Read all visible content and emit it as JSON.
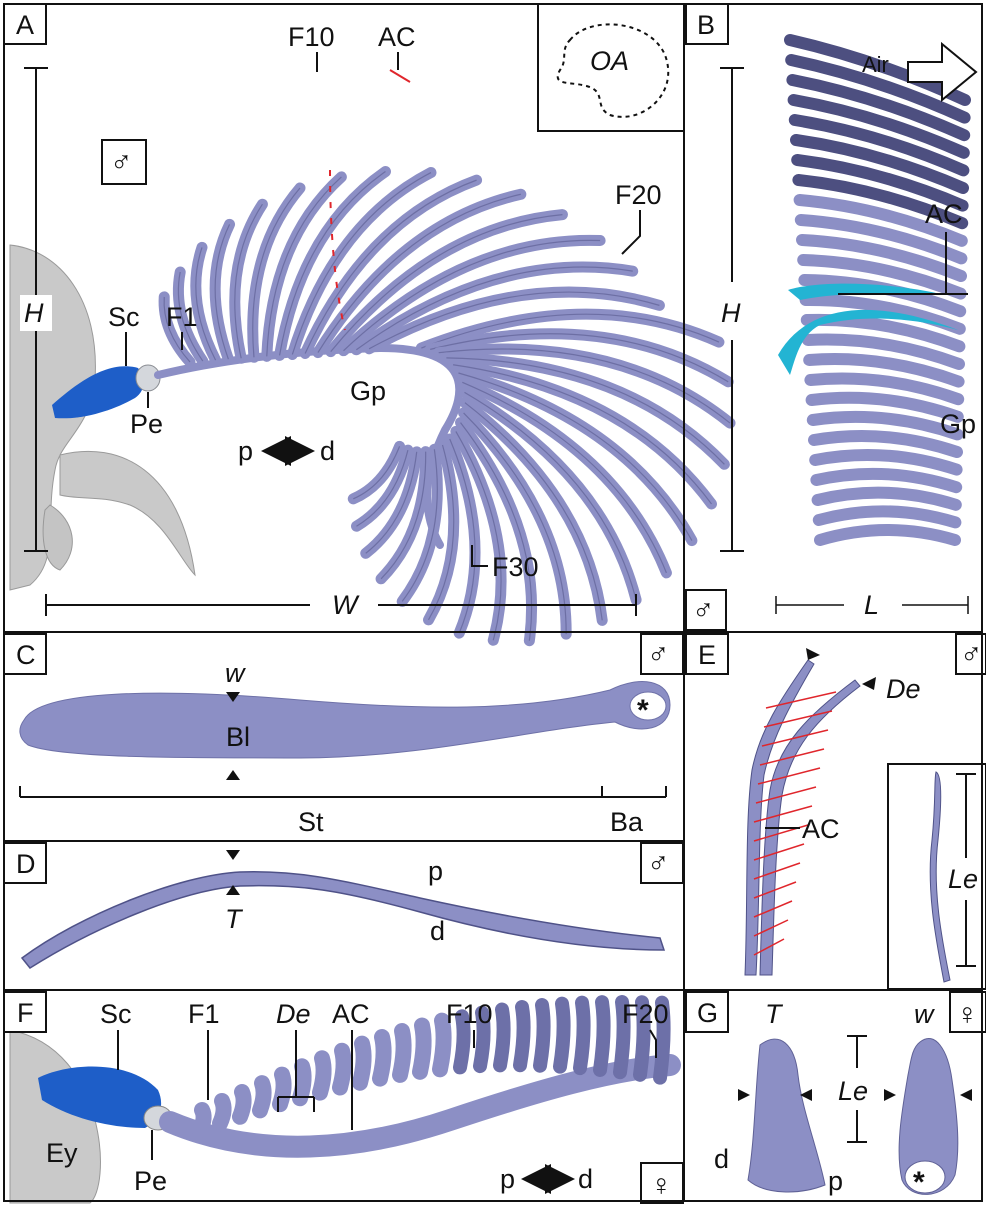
{
  "colors": {
    "feather": "#8c8fc5",
    "feather_dark": "#5f6196",
    "scape": "#1e5ec8",
    "pedicel": "#d4d7dc",
    "head": "#c9c9c9",
    "cyan_band": "#23b4d3",
    "hatch": "#e0262c",
    "frame": "#111111"
  },
  "panel_letters": [
    "A",
    "B",
    "C",
    "D",
    "E",
    "F",
    "G"
  ],
  "sex": {
    "male": "♂",
    "female": "♀"
  },
  "panelA": {
    "labels": {
      "F10": "F10",
      "AC": "AC",
      "F20": "F20",
      "F1": "F1",
      "F30": "F30",
      "Sc": "Sc",
      "Pe": "Pe",
      "Gp": "Gp",
      "H": "H",
      "W": "W",
      "p": "p",
      "d": "d"
    },
    "inset_label": "OA"
  },
  "panelB": {
    "labels": {
      "Air": "Air",
      "AC": "AC",
      "H": "H",
      "Gp": "Gp",
      "L": "L"
    }
  },
  "panelC": {
    "labels": {
      "w": "w",
      "Bl": "Bl",
      "St": "St",
      "Ba": "Ba",
      "asterisk": "*"
    }
  },
  "panelD": {
    "labels": {
      "T": "T",
      "p": "p",
      "d": "d"
    }
  },
  "panelE": {
    "labels": {
      "De": "De",
      "AC": "AC",
      "Le": "Le"
    }
  },
  "panelF": {
    "labels": {
      "Sc": "Sc",
      "F1": "F1",
      "De": "De",
      "AC": "AC",
      "F10": "F10",
      "F20": "F20",
      "Pe": "Pe",
      "Ey": "Ey",
      "p": "p",
      "d": "d"
    }
  },
  "panelG": {
    "labels": {
      "T": "T",
      "w": "w",
      "Le": "Le",
      "d": "d",
      "p": "p",
      "asterisk": "*"
    }
  }
}
